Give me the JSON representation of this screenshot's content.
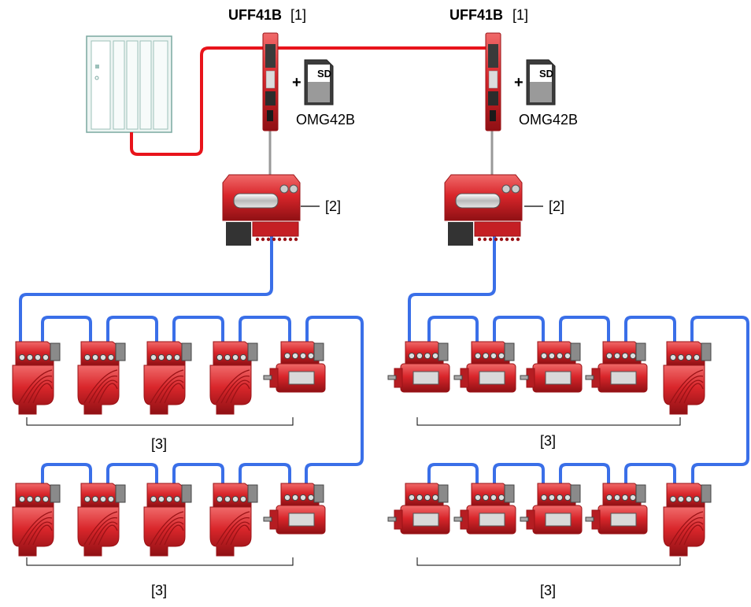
{
  "controllers": [
    {
      "model": "UFF41B",
      "ref": "[1]",
      "card_label": "SD",
      "card_model": "OMG42B",
      "plus": "+"
    },
    {
      "model": "UFF41B",
      "ref": "[1]",
      "card_label": "SD",
      "card_model": "OMG42B",
      "plus": "+"
    }
  ],
  "gateway_refs": [
    "[2]",
    "[2]"
  ],
  "group_refs": [
    "[3]",
    "[3]",
    "[3]",
    "[3]"
  ],
  "colors": {
    "ethernet": "#e8141b",
    "system_bus": "#3a6fe8",
    "drive_red": "#d9262b",
    "drive_dark": "#9a1216",
    "plc_fill": "#eef5f3",
    "plc_line": "#7aa8a0"
  },
  "drive_rows": [
    {
      "kinds": [
        "gear",
        "gear",
        "gear",
        "gear",
        "motor"
      ]
    },
    {
      "kinds": [
        "gear",
        "gear",
        "gear",
        "gear",
        "motor"
      ]
    },
    {
      "kinds": [
        "motor",
        "motor",
        "motor",
        "motor",
        "gear"
      ]
    },
    {
      "kinds": [
        "motor",
        "motor",
        "motor",
        "motor",
        "gear"
      ]
    }
  ]
}
